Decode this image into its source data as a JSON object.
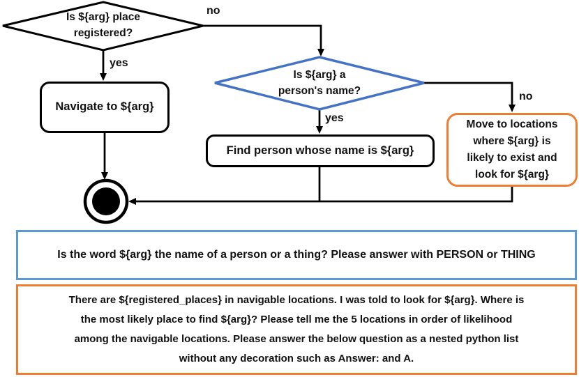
{
  "colors": {
    "flow_line": "#000000",
    "decision_registered_border": "#000000",
    "decision_person_border": "#4472C4",
    "move_box_border": "#ED7D31",
    "prompt_person_thing_border": "#5B9BD5",
    "prompt_locations_border": "#ED7D31"
  },
  "flowchart": {
    "decision_registered_lines": [
      "Is ${arg} place",
      "registered?"
    ],
    "decision_person_lines": [
      "Is ${arg} a",
      "person's name?"
    ],
    "navigate_box_label": "Navigate to ${arg}",
    "find_person_box_label": "Find person whose name is ${arg}",
    "move_box_lines": [
      "Move to locations",
      "where ${arg} is",
      "likely to exist and",
      "look for ${arg}"
    ],
    "edge_labels": {
      "registered_yes": "yes",
      "registered_no": "no",
      "person_yes": "yes",
      "person_no": "no"
    }
  },
  "prompts": {
    "person_or_thing": "Is the word ${arg} the name of a person or a thing? Please answer with PERSON or THING",
    "likely_locations_lines": [
      "There are ${registered_places} in navigable locations. I was told to look for ${arg}. Where is",
      "the most likely place to find ${arg}? Please tell me the 5 locations in order of likelihood",
      "among the navigable locations. Please answer the below question as a nested python list",
      "without any decoration such as Answer:  and A."
    ]
  }
}
